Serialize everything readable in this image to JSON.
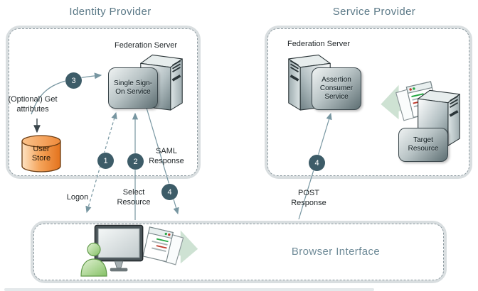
{
  "titles": {
    "identity_provider": "Identity Provider",
    "service_provider": "Service Provider",
    "browser_interface": "Browser Interface"
  },
  "idp": {
    "federation_server_label": "Federation Server",
    "sso_box": "Single Sign-On Service",
    "optional_note": "(Optional) Get attributes",
    "user_store_label": "User Store"
  },
  "sp": {
    "federation_server_label": "Federation Server",
    "acs_box": "Assertion Consumer Service",
    "target_resource_label": "Target Resource"
  },
  "flow_labels": {
    "logon": "Logon",
    "select_resource": "Select Resource",
    "saml_response": "SAML Response",
    "post_response": "POST Response"
  },
  "step_badges": {
    "step1": "1",
    "step2": "2",
    "step3": "3",
    "step4_idp": "4",
    "step4_sp": "4"
  },
  "colors": {
    "title_text": "#5b7987",
    "badge_fill": "#3d5c68",
    "line": "#7796a1",
    "store_orange": "#ef8535"
  }
}
